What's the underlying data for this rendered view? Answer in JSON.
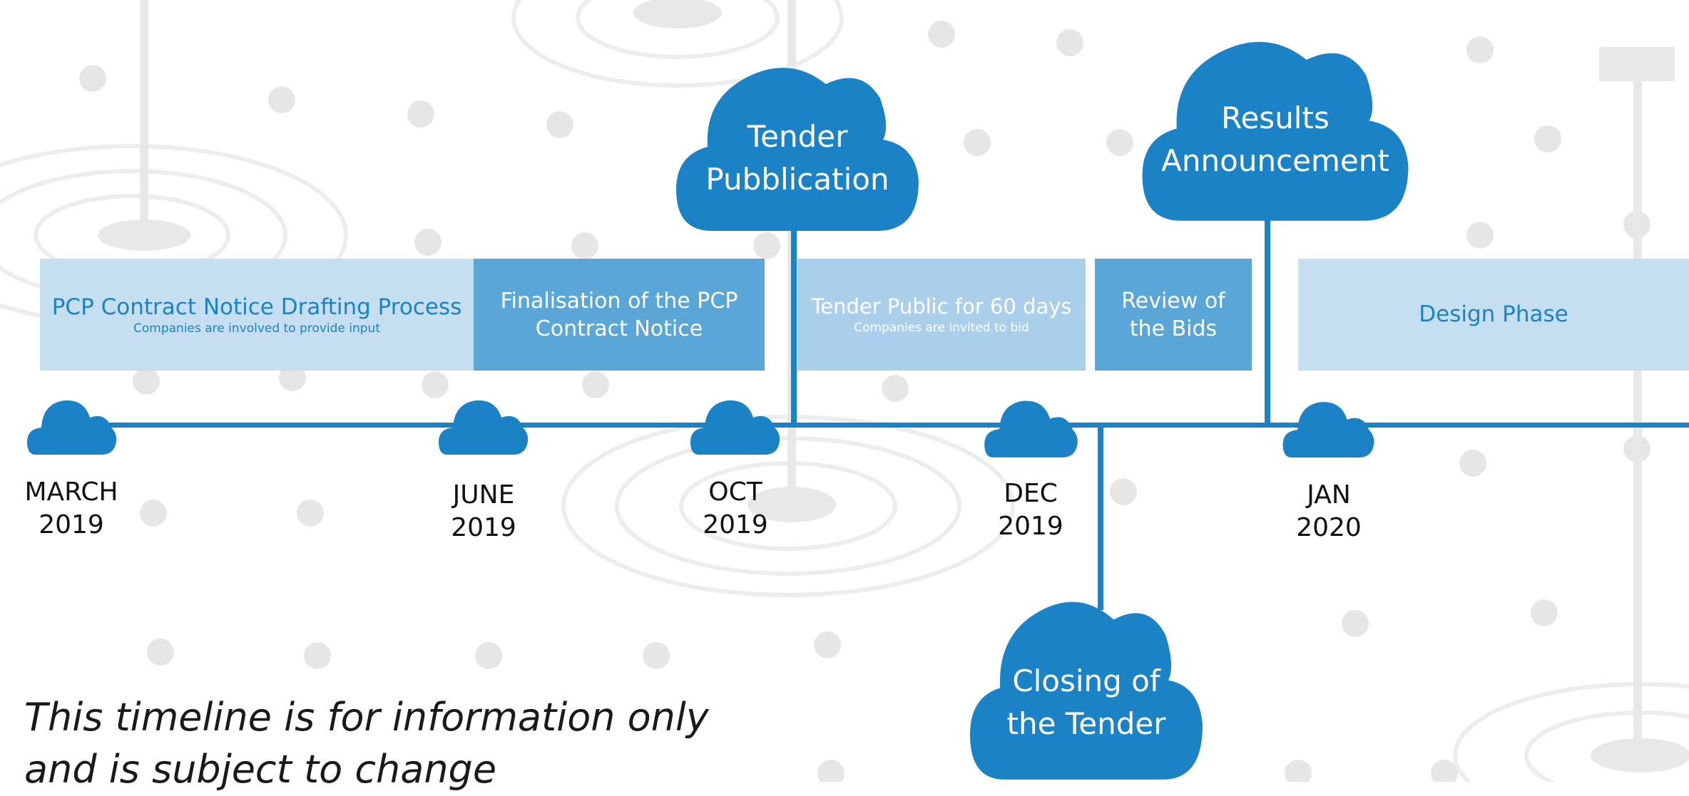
{
  "colors": {
    "cloud": "#1B82C5",
    "axis": "#1B82C5",
    "phase_light": "#C6DFF0",
    "phase_mid": "#5AA6D6",
    "phase_soft": "#A9CFEA",
    "text_dark_blue": "#1B82C5",
    "text_white": "#ffffff",
    "background_art": "#E6E6E6"
  },
  "phases": [
    {
      "title": "PCP Contract Notice Drafting Process",
      "subtitle": "Companies are involved to provide input"
    },
    {
      "title_line1": "Finalisation of the PCP",
      "title_line2": "Contract Notice"
    },
    {
      "title": "Tender Public for 60 days",
      "subtitle": "Companies are invited to bid"
    },
    {
      "title_line1": "Review of",
      "title_line2": "the Bids"
    },
    {
      "title": "Design Phase"
    }
  ],
  "months": [
    {
      "month": "MARCH",
      "year": "2019"
    },
    {
      "month": "JUNE",
      "year": "2019"
    },
    {
      "month": "OCT",
      "year": "2019"
    },
    {
      "month": "DEC",
      "year": "2019"
    },
    {
      "month": "JAN",
      "year": "2020"
    }
  ],
  "milestones": [
    {
      "line1": "Tender",
      "line2": "Pubblication"
    },
    {
      "line1": "Results",
      "line2": "Announcement"
    },
    {
      "line1": "Closing of",
      "line2": "the Tender"
    }
  ],
  "disclaimer": {
    "line1": "This timeline is for information only",
    "line2": "and is subject to change"
  }
}
